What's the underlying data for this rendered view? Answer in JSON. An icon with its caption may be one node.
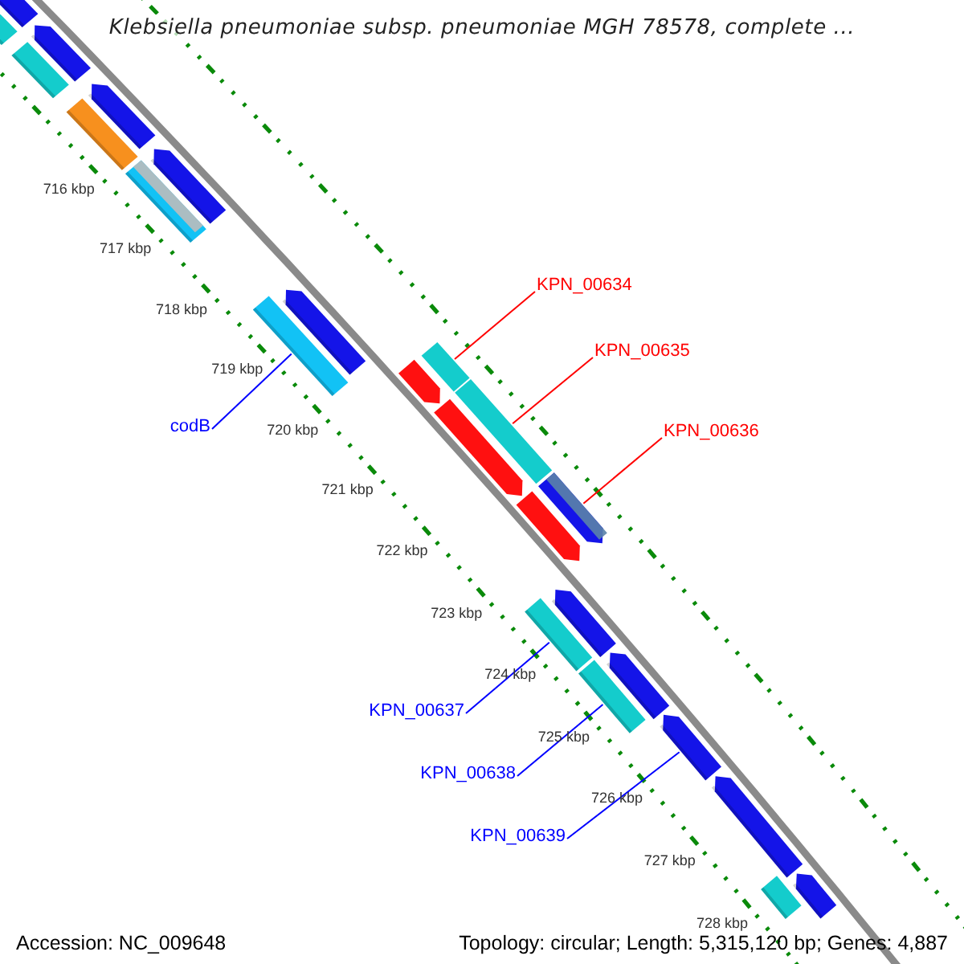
{
  "diagram": {
    "title": "Klebsiella pneumoniae subsp. pneumoniae MGH 78578, complete ...",
    "nodes": [
      {
        "text": [
          "codB"
        ]
      },
      {
        "text": [
          "KPN_00634"
        ]
      },
      {
        "text": [
          "KPN_00635"
        ]
      },
      {
        "text": [
          "KPN_00636"
        ]
      },
      {
        "text": [
          "KPN_00637"
        ]
      },
      {
        "text": [
          "KPN_00638"
        ]
      },
      {
        "text": [
          "KPN_00639"
        ]
      },
      {
        "text": [],
        "shape": "arrow"
      },
      {
        "text": [],
        "shape": "bar"
      },
      {
        "text": [],
        "shape": "bar"
      },
      {
        "text": [],
        "shape": "arrow"
      },
      {
        "text": [],
        "shape": "bar"
      },
      {
        "text": [],
        "shape": "arrow"
      },
      {
        "text": [],
        "shape": "bar"
      },
      {
        "text": [],
        "shape": "arrow"
      },
      {
        "text": [],
        "shape": "bar"
      },
      {
        "text": [],
        "shape": "arrow"
      },
      {
        "text": [],
        "shape": "arrow"
      },
      {
        "text": [],
        "shape": "bar"
      },
      {
        "text": [],
        "shape": "arrow"
      },
      {
        "text": [],
        "shape": "bar"
      },
      {
        "text": [],
        "shape": "arrow"
      },
      {
        "text": [],
        "shape": "arrow"
      },
      {
        "text": [],
        "shape": "bar"
      },
      {
        "text": [],
        "shape": "arrow"
      },
      {
        "text": [],
        "shape": "bar"
      },
      {
        "text": [],
        "shape": "arrow"
      },
      {
        "text": [],
        "shape": "arrow"
      },
      {
        "text": [],
        "shape": "arrow"
      },
      {
        "text": [],
        "shape": "bar"
      },
      {
        "text": [],
        "shape": "arrow"
      }
    ],
    "edges": [
      {
        "from": 0,
        "to": 15,
        "arrow": "none"
      },
      {
        "from": 1,
        "to": 18,
        "arrow": "none",
        "color": "#ff0000"
      },
      {
        "from": 2,
        "to": 20,
        "arrow": "none",
        "color": "#ff0000"
      },
      {
        "from": 3,
        "to": 22,
        "arrow": "none",
        "color": "#ff0000"
      },
      {
        "from": 4,
        "to": 23,
        "arrow": "none"
      },
      {
        "from": 5,
        "to": 25,
        "arrow": "none"
      },
      {
        "from": 6,
        "to": 27,
        "arrow": "none"
      }
    ],
    "labels": [
      "716 kbp",
      "717 kbp",
      "718 kbp",
      "719 kbp",
      "720 kbp",
      "721 kbp",
      "722 kbp",
      "723 kbp",
      "724 kbp",
      "725 kbp",
      "726 kbp",
      "727 kbp",
      "728 kbp",
      "Accession: NC_009648",
      "Topology: circular; Length: 5,315,120 bp; Genes: 4,887"
    ]
  }
}
